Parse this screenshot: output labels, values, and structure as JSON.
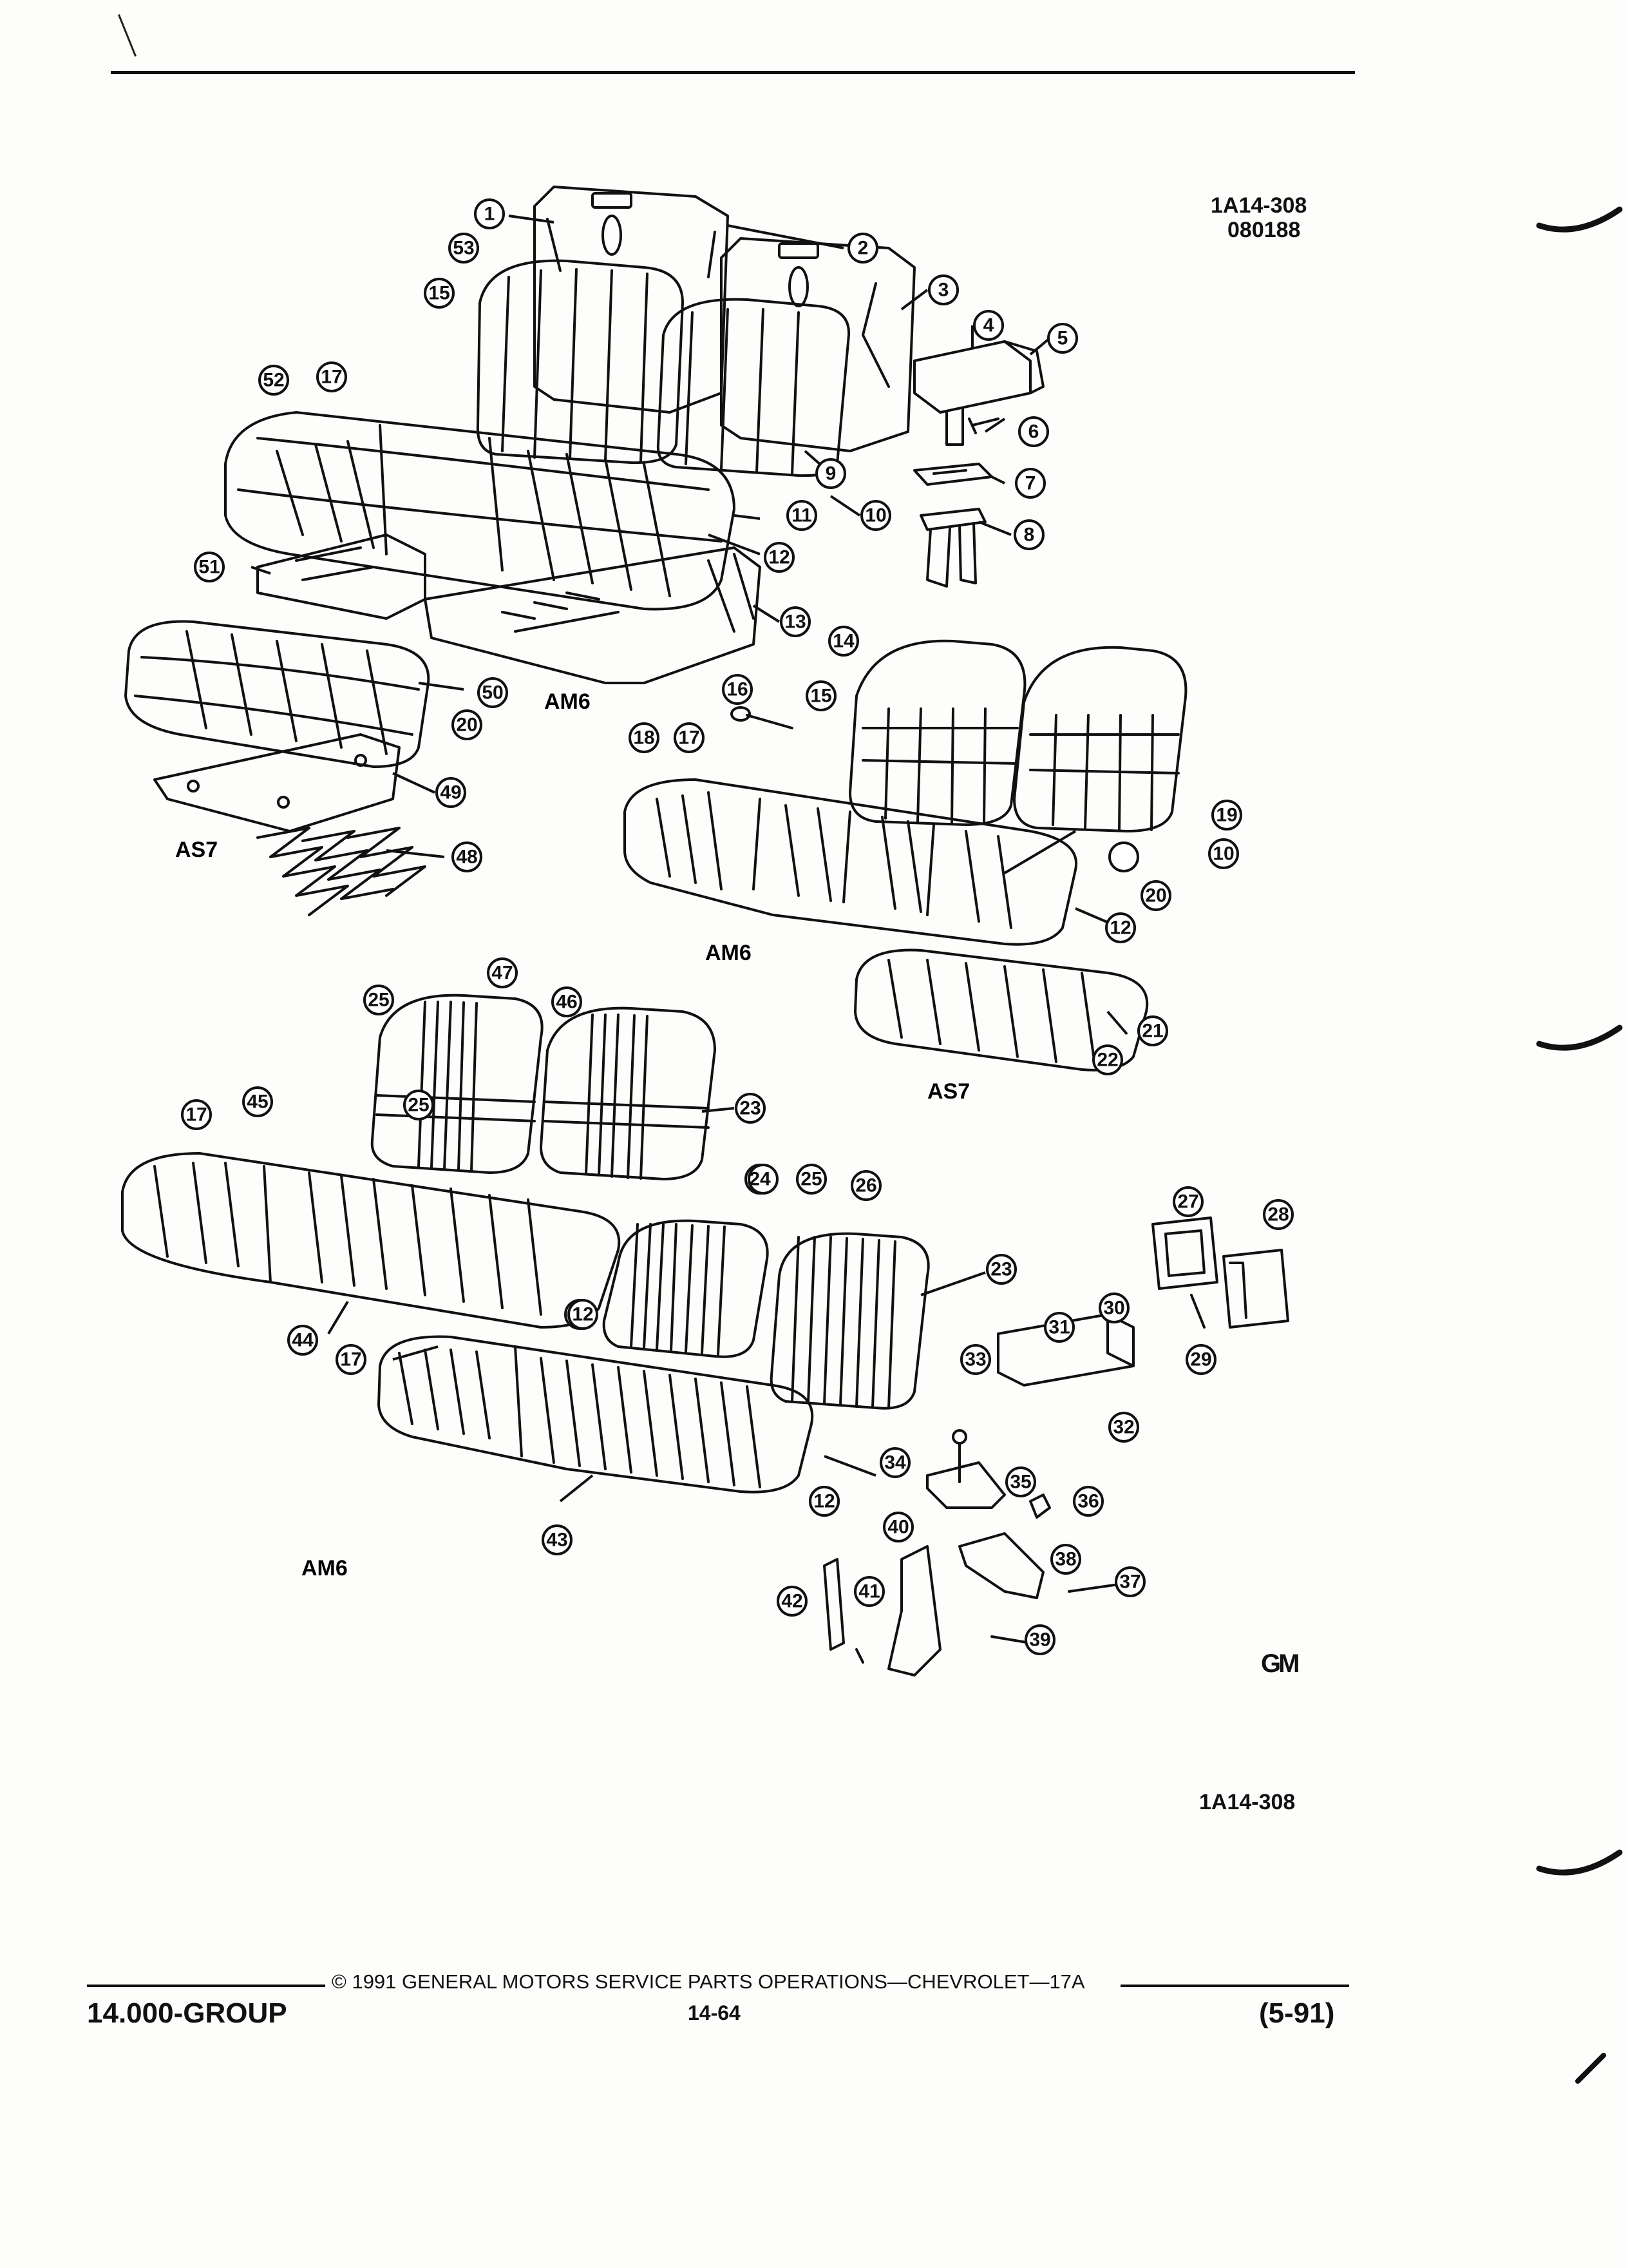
{
  "header": {
    "figure_id": "1A14-308",
    "figure_date": "080188"
  },
  "figure_id_bottom": "1A14-308",
  "region_labels": {
    "am6_top": "AM6",
    "as7_left": "AS7",
    "am6_middle": "AM6",
    "as7_middle": "AS7",
    "am6_bottom": "AM6"
  },
  "footer": {
    "copyright": "© 1991  GENERAL MOTORS SERVICE PARTS OPERATIONS—CHEVROLET—17A",
    "group": "14.000-GROUP",
    "page": "14-64",
    "revision": "(5-91)"
  },
  "logo_text": "GM",
  "callouts": [
    "1",
    "2",
    "3",
    "4",
    "5",
    "6",
    "7",
    "8",
    "9",
    "10",
    "11",
    "12",
    "13",
    "14",
    "15",
    "16",
    "17",
    "18",
    "19",
    "20",
    "21",
    "22",
    "23",
    "24",
    "25",
    "26",
    "27",
    "28",
    "29",
    "30",
    "31",
    "32",
    "33",
    "34",
    "35",
    "36",
    "37",
    "38",
    "39",
    "40",
    "41",
    "42",
    "43",
    "44",
    "45",
    "46",
    "47",
    "48",
    "49",
    "50",
    "51",
    "52",
    "53"
  ],
  "colors": {
    "ink": "#111111",
    "paper": "#fdfdfb"
  }
}
